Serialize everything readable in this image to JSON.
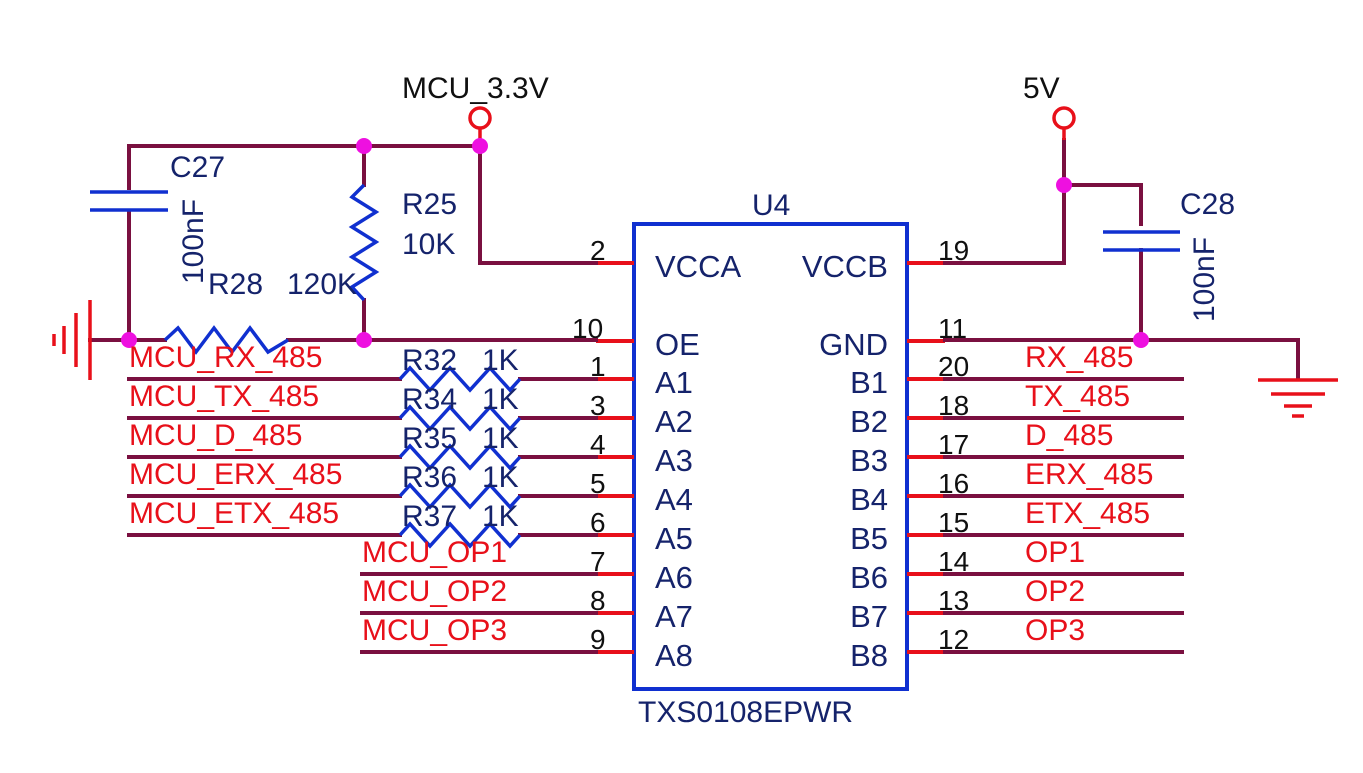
{
  "ic": {
    "ref": "U4",
    "part": "TXS0108EPWR",
    "left_pins": [
      {
        "num": "2",
        "name": "VCCA"
      },
      {
        "num": "10",
        "name": "OE"
      },
      {
        "num": "1",
        "name": "A1"
      },
      {
        "num": "3",
        "name": "A2"
      },
      {
        "num": "4",
        "name": "A3"
      },
      {
        "num": "5",
        "name": "A4"
      },
      {
        "num": "6",
        "name": "A5"
      },
      {
        "num": "7",
        "name": "A6"
      },
      {
        "num": "8",
        "name": "A7"
      },
      {
        "num": "9",
        "name": "A8"
      }
    ],
    "right_pins": [
      {
        "num": "19",
        "name": "VCCB"
      },
      {
        "num": "11",
        "name": "GND"
      },
      {
        "num": "20",
        "name": "B1"
      },
      {
        "num": "18",
        "name": "B2"
      },
      {
        "num": "17",
        "name": "B3"
      },
      {
        "num": "16",
        "name": "B4"
      },
      {
        "num": "15",
        "name": "B5"
      },
      {
        "num": "14",
        "name": "B6"
      },
      {
        "num": "13",
        "name": "B7"
      },
      {
        "num": "12",
        "name": "B8"
      }
    ]
  },
  "power": {
    "vcca": "MCU_3.3V",
    "vccb": "5V"
  },
  "caps": [
    {
      "ref": "C27",
      "value": "100nF"
    },
    {
      "ref": "C28",
      "value": "100nF"
    }
  ],
  "resistors": {
    "r25": {
      "ref": "R25",
      "value": "10K"
    },
    "r28": {
      "ref": "R28",
      "value": "120K"
    },
    "series": [
      {
        "ref": "R32",
        "value": "1K"
      },
      {
        "ref": "R34",
        "value": "1K"
      },
      {
        "ref": "R35",
        "value": "1K"
      },
      {
        "ref": "R36",
        "value": "1K"
      },
      {
        "ref": "R37",
        "value": "1K"
      }
    ]
  },
  "nets_left": [
    "MCU_RX_485",
    "MCU_TX_485",
    "MCU_D_485",
    "MCU_ERX_485",
    "MCU_ETX_485",
    "MCU_OP1",
    "MCU_OP2",
    "MCU_OP3"
  ],
  "nets_right": [
    "RX_485",
    "TX_485",
    "D_485",
    "ERX_485",
    "ETX_485",
    "OP1",
    "OP2",
    "OP3"
  ],
  "colors": {
    "wire": "#7a1040",
    "pin": "#e8101a",
    "component": "#1030d0",
    "junction": "#ee10e0",
    "label": "#15236b",
    "net": "#e8101a"
  }
}
